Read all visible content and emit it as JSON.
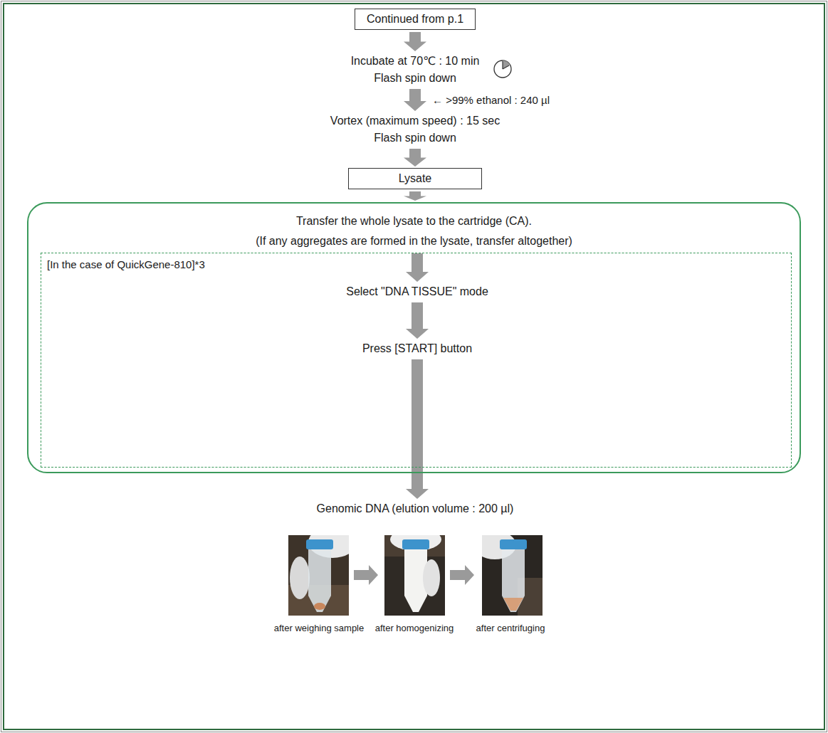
{
  "diagram": {
    "nodes": [
      {
        "text": [
          "Continued from p.1"
        ]
      },
      {
        "text": [
          "Incubate at 70℃ : 10 min",
          "Flash spin down"
        ]
      },
      {
        "text": [
          "Vortex (maximum speed) : 15 sec",
          "Flash spin down"
        ]
      },
      {
        "text": [
          "Lysate"
        ]
      },
      {
        "text": [
          "Transfer the whole lysate to the cartridge (CA).",
          "(If any aggregates are formed in the lysate, transfer altogether)"
        ]
      },
      {
        "text": [
          "[In the case of QuickGene-810]*3"
        ],
        "in": 4
      },
      {
        "text": [
          "Select \"DNA TISSUE\" mode"
        ],
        "in": 5
      },
      {
        "text": [
          "Press [START] button"
        ],
        "in": 5
      },
      {
        "text": [
          "Genomic DNA (elution volume : 200 µl)"
        ]
      }
    ],
    "edges": [
      {
        "from": 0,
        "to": 1,
        "arrow": "to"
      },
      {
        "from": 1,
        "to": 2,
        "label": "← >99% ethanol : 240 µl",
        "arrow": "to"
      },
      {
        "from": 2,
        "to": 3,
        "arrow": "to"
      },
      {
        "from": 3,
        "to": 4,
        "arrow": "to"
      },
      {
        "from": 4,
        "to": 6,
        "arrow": "to"
      },
      {
        "from": 6,
        "to": 7,
        "arrow": "to"
      },
      {
        "from": 7,
        "to": 8,
        "arrow": "to"
      }
    ],
    "labels": [
      "after weighing sample",
      "after homogenizing",
      "after centrifuging"
    ]
  }
}
